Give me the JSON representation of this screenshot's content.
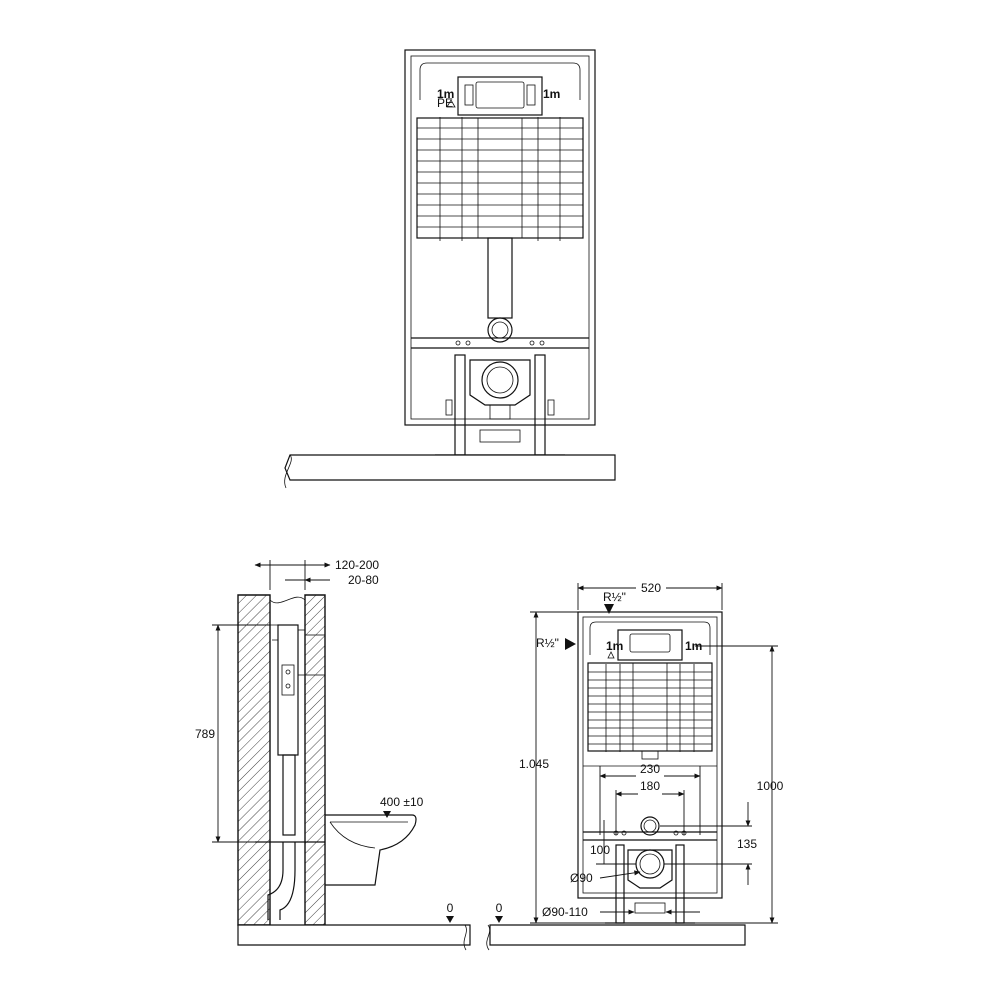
{
  "colors": {
    "line": "#111111",
    "background": "#ffffff"
  },
  "front_view": {
    "label_left": "1m",
    "label_right": "1m",
    "label_pe": "PE"
  },
  "side_view": {
    "dim_wall_total": "120-200",
    "dim_wall_offset": "20-80",
    "dim_height": "789",
    "dim_bowl_height": "400 ±10",
    "floor_mark": "0"
  },
  "dimensioned_front_view": {
    "dim_width": "520",
    "water_inlet_top": "R½\"",
    "water_inlet_side": "R½\"",
    "dim_total_height": "1.045",
    "dim_frame_height": "1000",
    "dim_bolt_outer": "230",
    "dim_bolt_inner": "180",
    "dim_drain_center": "135",
    "dim_drain_offset": "100",
    "dim_drain_diameter": "Ø90",
    "dim_pipe_diameter": "Ø90-110",
    "floor_mark": "0",
    "label_left": "1m",
    "label_right": "1m"
  }
}
